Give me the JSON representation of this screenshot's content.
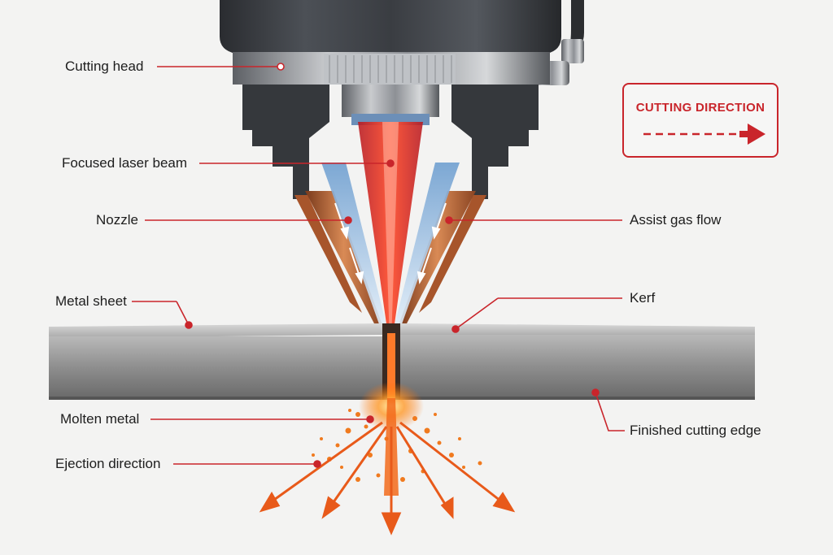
{
  "diagram": {
    "labels": {
      "cutting_head": "Cutting head",
      "focused_laser_beam": "Focused laser beam",
      "nozzle": "Nozzle",
      "metal_sheet": "Metal sheet",
      "molten_metal": "Molten metal",
      "ejection_direction": "Ejection direction",
      "assist_gas_flow": "Assist gas flow",
      "kerf": "Kerf",
      "finished_cutting_edge": "Finished cutting edge"
    },
    "cutting_direction": {
      "title": "CUTTING DIRECTION",
      "arrow_icon": "dashed-right-arrow-icon"
    },
    "colors": {
      "accent_red": "#c9252b",
      "laser": "#e23a28",
      "copper": "#b8653a",
      "gas_flow": "#9fc3e6",
      "metal": "#9a9a9a",
      "housing": "#3a3d41",
      "sparks": "#f07a1e"
    }
  }
}
